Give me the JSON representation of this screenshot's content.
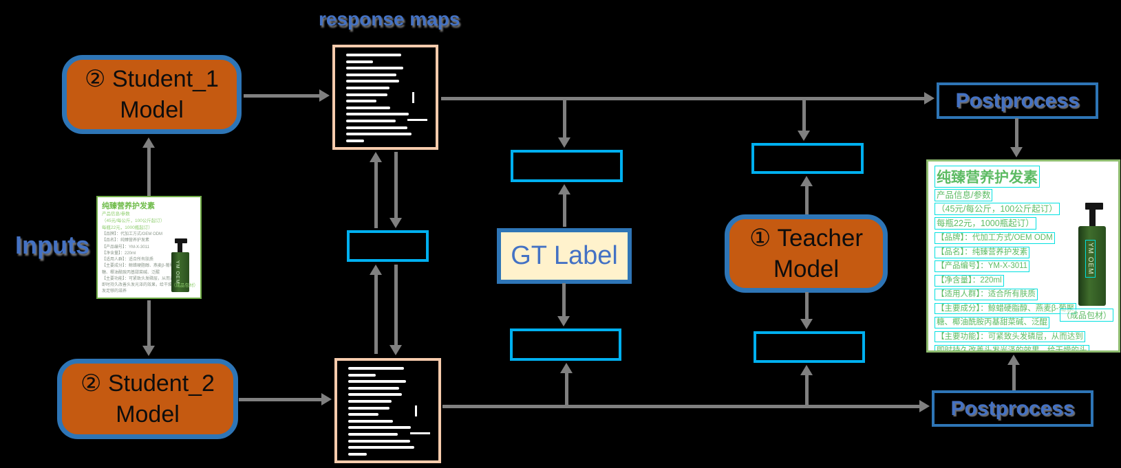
{
  "diagram_title": "response maps",
  "inputs_label": "Inputs",
  "nodes": {
    "student1": {
      "line1": "② Student_1",
      "line2": "Model"
    },
    "student2": {
      "line1": "② Student_2",
      "line2": "Model"
    },
    "teacher": {
      "line1": "① Teacher",
      "line2": "Model"
    },
    "gt_label": "GT Label",
    "postprocess_top": "Postprocess",
    "postprocess_bottom": "Postprocess"
  },
  "product_card": {
    "title": "纯臻营养护发素",
    "info_lines": [
      "产品信息/参数",
      "（45元/每公斤，100公斤起订）",
      "每瓶22元，1000瓶起订）"
    ],
    "detail_lines": [
      "【品牌】：代加工方式/OEM ODM",
      "【品名】：纯臻营养护发素",
      "【产品编号】：YM-X-3011",
      "【净含量】：220ml",
      "【适用人群】：适合所有肤质",
      "【主要成分】：鲸蜡硬脂醇、燕麦β-葡聚",
      "糖、椰油酰胺丙基甜菜碱、泛醌",
      "【主要功能】：可紧致头发磷层，从而达到",
      "即时持久改善头发光泽的效果，给干燥的头",
      "发足够的滋养"
    ],
    "bottle_label": "YM OEM",
    "packaging_note": "（成品包材）"
  },
  "response_map": {
    "bar_widths_pct": [
      55,
      27,
      57,
      50,
      53,
      43,
      41,
      30,
      44,
      62,
      49,
      61,
      65,
      18
    ]
  },
  "colors": {
    "node_fill_orange": "#C55A11",
    "node_border_blue": "#2E75B6",
    "loss_box_cyan": "#00B0F0",
    "map_border_peach": "#F7CBAC",
    "arrow_gray": "#808080",
    "label_blue": "#4472C4",
    "gt_fill_cream": "#FFF2CC",
    "card_border_green": "#70AD47",
    "ocr_text_green": "#5DBB63",
    "ocr_box_cyan": "#00E0E0"
  }
}
